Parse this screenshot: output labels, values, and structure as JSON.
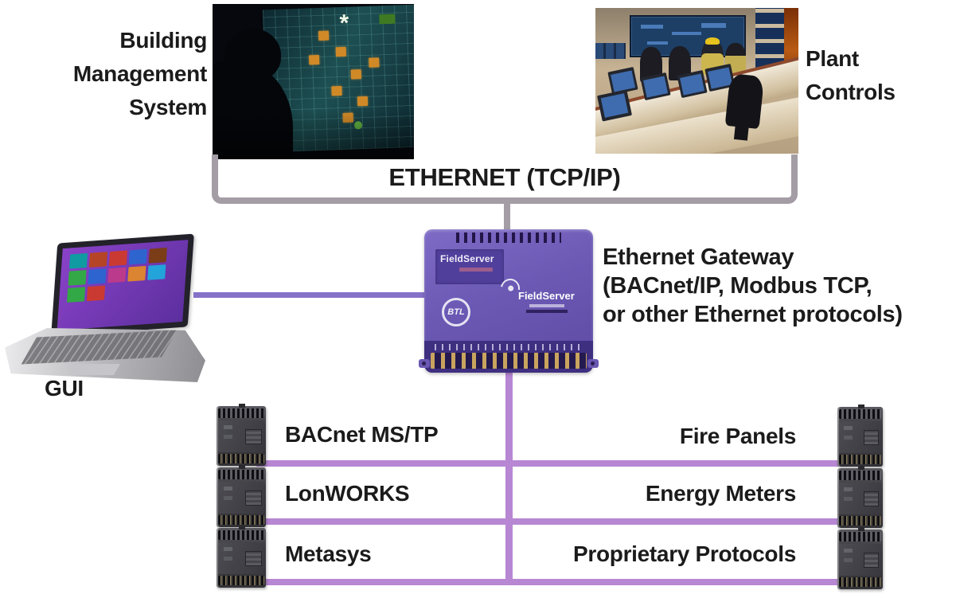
{
  "top_left": {
    "label_lines": [
      "Building",
      "Management",
      "System"
    ],
    "image": "operator-viewing-bms-screen-photo"
  },
  "top_right": {
    "label_lines": [
      "Plant",
      "Controls"
    ],
    "image": "plant-control-room-photo"
  },
  "ethernet_bus": {
    "label": "ETHERNET (TCP/IP)"
  },
  "gui": {
    "label": "GUI",
    "image": "laptop-windows8-start-screen"
  },
  "gateway": {
    "label_lines": [
      "Ethernet Gateway",
      "(BACnet/IP, Modbus TCP,",
      "or other Ethernet protocols)"
    ],
    "device": {
      "brand": "FieldServer",
      "btl_mark": "BTL",
      "logo": "FieldServer"
    },
    "image": "fieldserver-purple-gateway-device"
  },
  "fieldbus_rows": [
    {
      "left": "BACnet MS/TP",
      "right": "Fire Panels"
    },
    {
      "left": "LonWORKS",
      "right": "Energy Meters"
    },
    {
      "left": "Metasys",
      "right": "Proprietary Protocols"
    }
  ],
  "device_image": "din-rail-plc-module",
  "colors": {
    "ethernet_line": "#a49da5",
    "gui_line": "#8671c9",
    "fieldbus_line": "#b787d3",
    "gateway_body": "#6c59b2",
    "text": "#1b1b1b"
  }
}
